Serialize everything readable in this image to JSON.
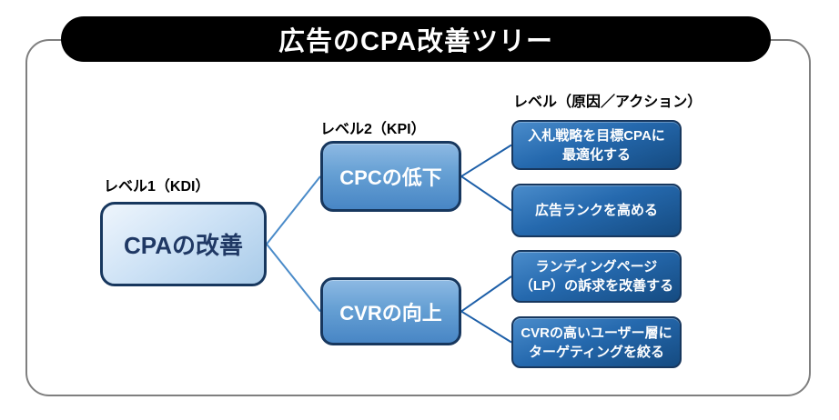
{
  "title": "広告のCPA改善ツリー",
  "tree": {
    "level1": {
      "label": "レベル1（KDI）",
      "node": "CPAの改善"
    },
    "level2": {
      "label": "レベル2（KPI）",
      "nodes": [
        "CPCの低下",
        "CVRの向上"
      ]
    },
    "level3": {
      "label": "レベル（原因／アクション）",
      "nodes": [
        "入札戦略を目標CPAに\n最適化する",
        "広告ランクを高める",
        "ランディングページ\n（LP）の訴求を改善する",
        "CVRの高いユーザー層に\nターゲティングを絞る"
      ]
    }
  },
  "colors": {
    "title_bg": "#000000",
    "title_text": "#ffffff",
    "frame_border": "#7f7f7f",
    "node_border": "#17375e",
    "level1_text": "#1f3864",
    "connector_level1": "#4a8bc9",
    "connector_level2": "#1d5fa8"
  }
}
